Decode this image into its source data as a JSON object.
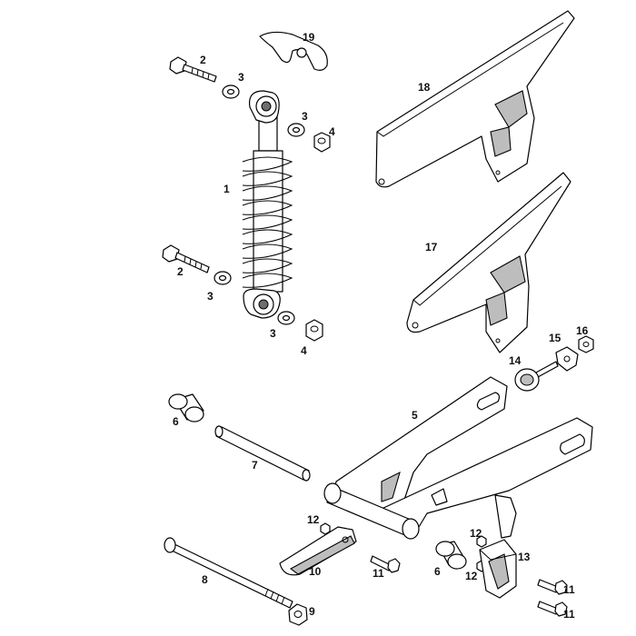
{
  "callouts": {
    "c1": "1",
    "c2a": "2",
    "c2b": "2",
    "c3a": "3",
    "c3b": "3",
    "c3c": "3",
    "c3d": "3",
    "c4a": "4",
    "c4b": "4",
    "c5": "5",
    "c6a": "6",
    "c6b": "6",
    "c7": "7",
    "c8": "8",
    "c9": "9",
    "c10": "10",
    "c11a": "11",
    "c11b": "11",
    "c11c": "11",
    "c12a": "12",
    "c12b": "12",
    "c12c": "12",
    "c13": "13",
    "c14": "14",
    "c15": "15",
    "c16": "16",
    "c17": "17",
    "c18": "18",
    "c19": "19"
  }
}
